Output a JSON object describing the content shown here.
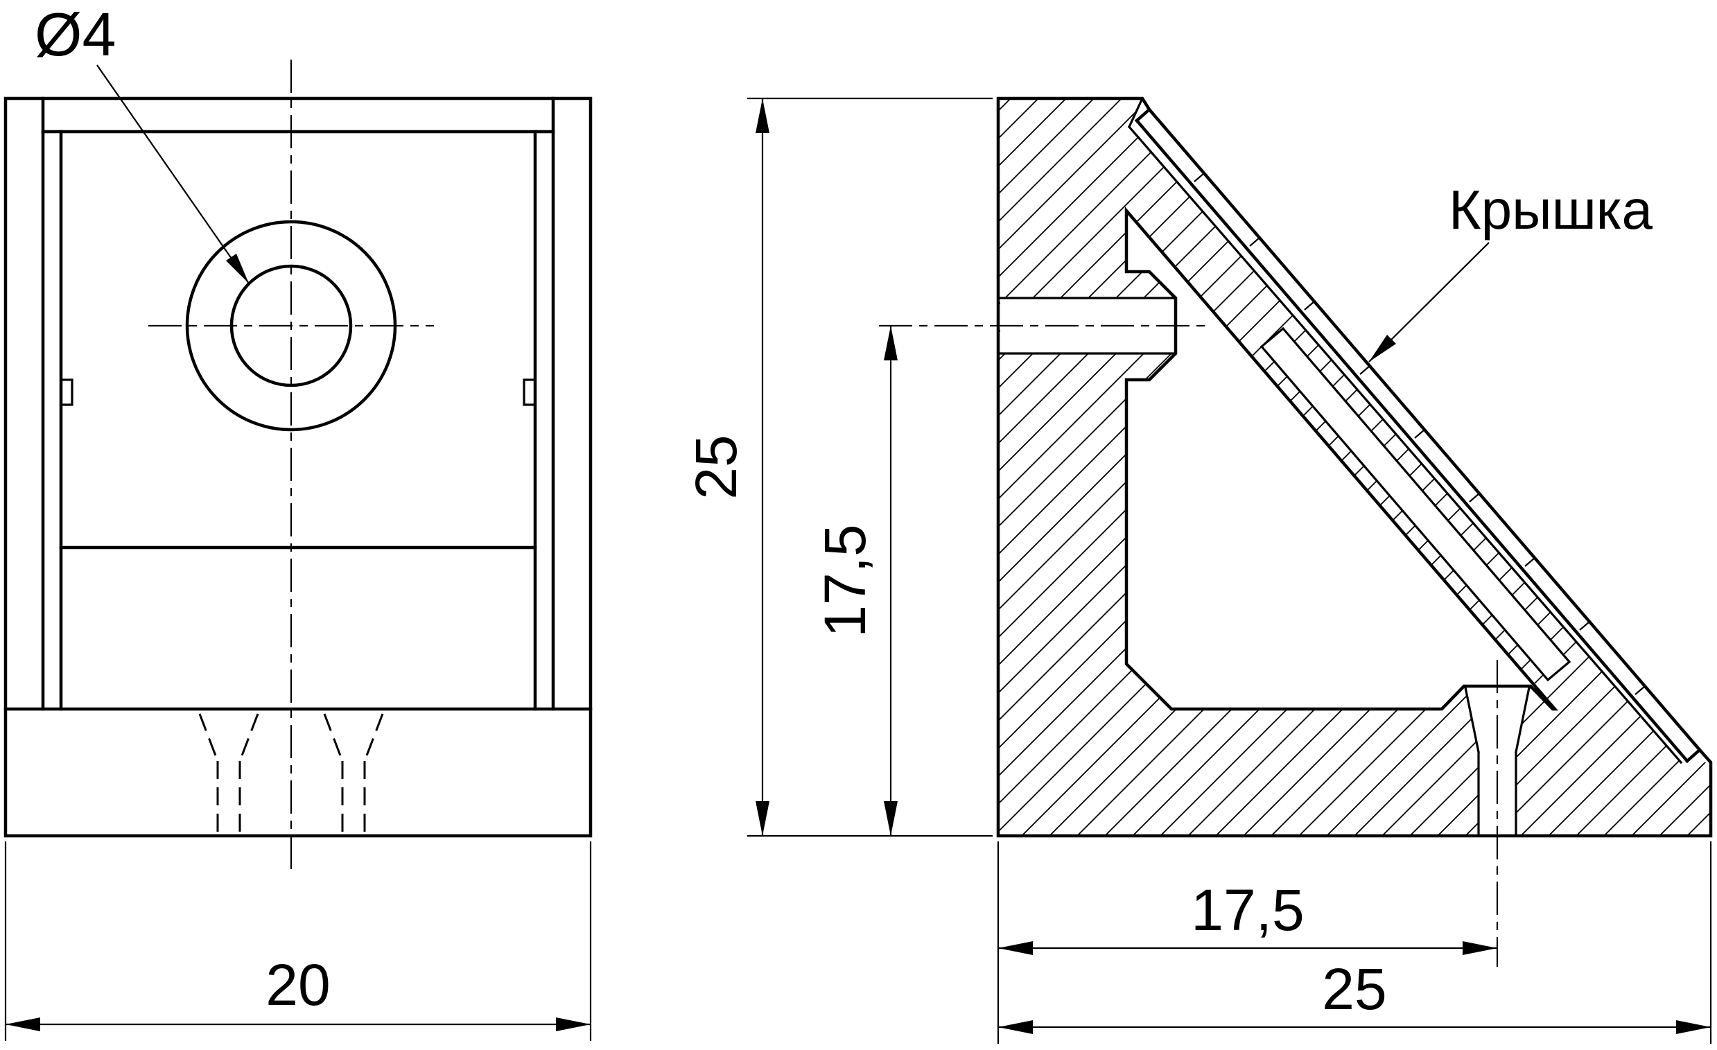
{
  "page": {
    "background_color": "#ffffff",
    "line_color": "#000000",
    "content": "two-view technical drawing of a 25x25 corner bracket with cover"
  },
  "front_view": {
    "hole_diameter_label": "Ø4",
    "width_dimension": "20"
  },
  "side_view": {
    "cover_label": "Крышка",
    "height_dimension": "25",
    "hole_center_height_dimension": "17,5",
    "hole_center_offset_dimension": "17,5",
    "width_dimension": "25"
  }
}
